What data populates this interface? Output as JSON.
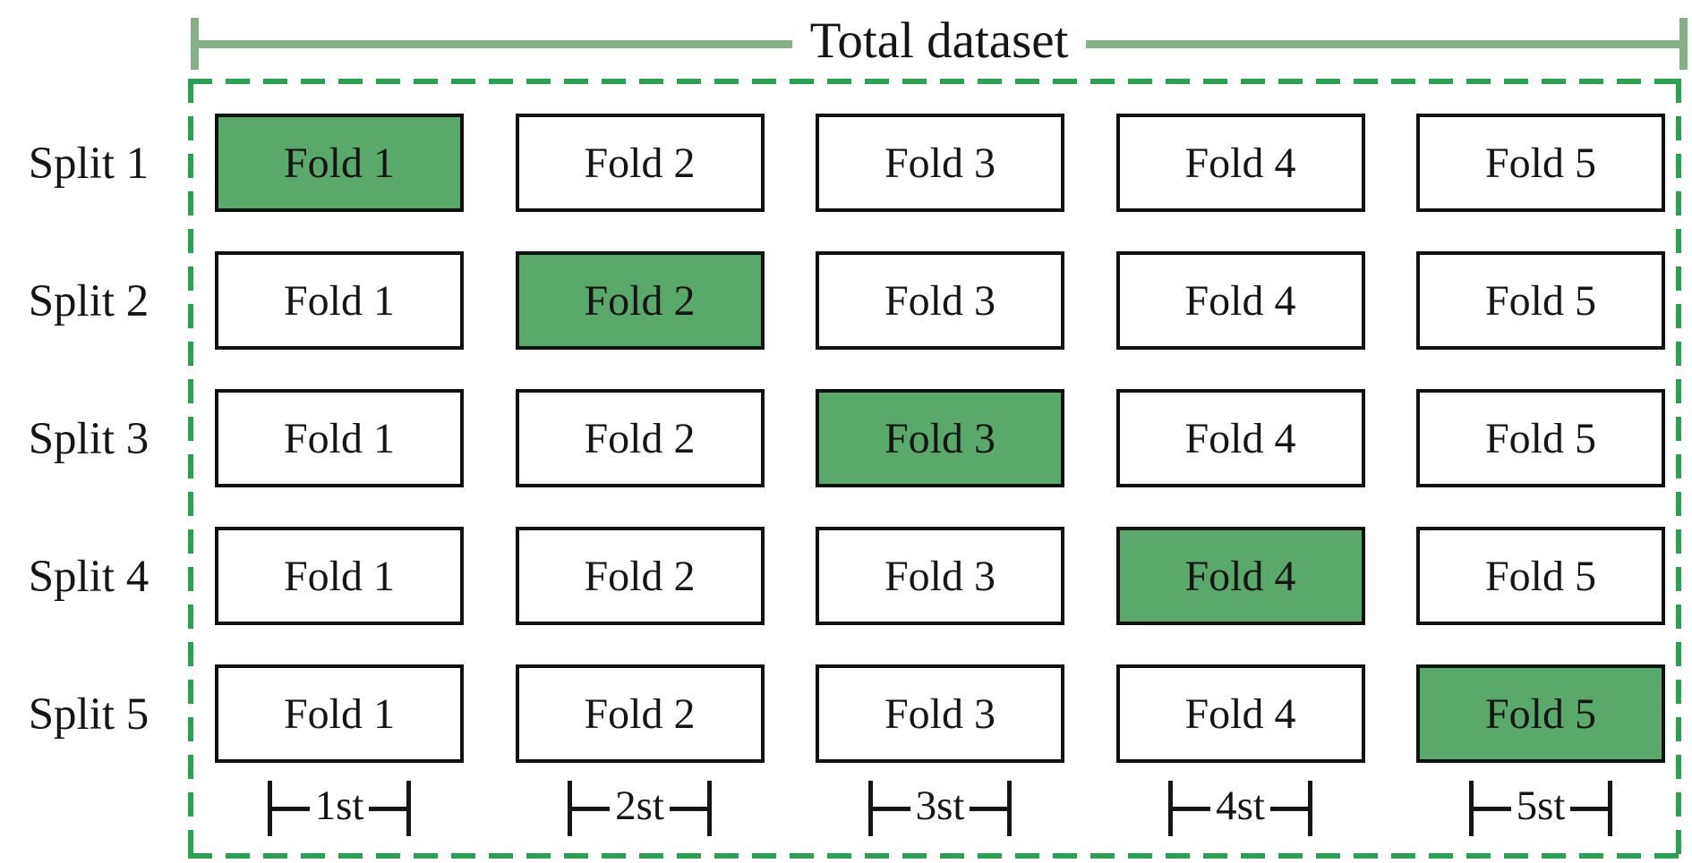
{
  "title": "Total dataset",
  "colors": {
    "highlight_green": "#58a96b",
    "dashed_border_green": "#2aa152",
    "bracket_green": "#84b286",
    "box_border": "#111111",
    "text": "#151515"
  },
  "splits": [
    {
      "label": "Split 1",
      "folds": [
        {
          "label": "Fold 1",
          "selected": true
        },
        {
          "label": "Fold 2",
          "selected": false
        },
        {
          "label": "Fold 3",
          "selected": false
        },
        {
          "label": "Fold 4",
          "selected": false
        },
        {
          "label": "Fold 5",
          "selected": false
        }
      ]
    },
    {
      "label": "Split 2",
      "folds": [
        {
          "label": "Fold 1",
          "selected": false
        },
        {
          "label": "Fold 2",
          "selected": true
        },
        {
          "label": "Fold 3",
          "selected": false
        },
        {
          "label": "Fold 4",
          "selected": false
        },
        {
          "label": "Fold 5",
          "selected": false
        }
      ]
    },
    {
      "label": "Split 3",
      "folds": [
        {
          "label": "Fold 1",
          "selected": false
        },
        {
          "label": "Fold 2",
          "selected": false
        },
        {
          "label": "Fold 3",
          "selected": true
        },
        {
          "label": "Fold 4",
          "selected": false
        },
        {
          "label": "Fold 5",
          "selected": false
        }
      ]
    },
    {
      "label": "Split 4",
      "folds": [
        {
          "label": "Fold 1",
          "selected": false
        },
        {
          "label": "Fold 2",
          "selected": false
        },
        {
          "label": "Fold 3",
          "selected": false
        },
        {
          "label": "Fold 4",
          "selected": true
        },
        {
          "label": "Fold 5",
          "selected": false
        }
      ]
    },
    {
      "label": "Split 5",
      "folds": [
        {
          "label": "Fold 1",
          "selected": false
        },
        {
          "label": "Fold 2",
          "selected": false
        },
        {
          "label": "Fold 3",
          "selected": false
        },
        {
          "label": "Fold 4",
          "selected": false
        },
        {
          "label": "Fold 5",
          "selected": true
        }
      ]
    }
  ],
  "ruler_labels": [
    "1st",
    "2st",
    "3st",
    "4st",
    "5st"
  ]
}
